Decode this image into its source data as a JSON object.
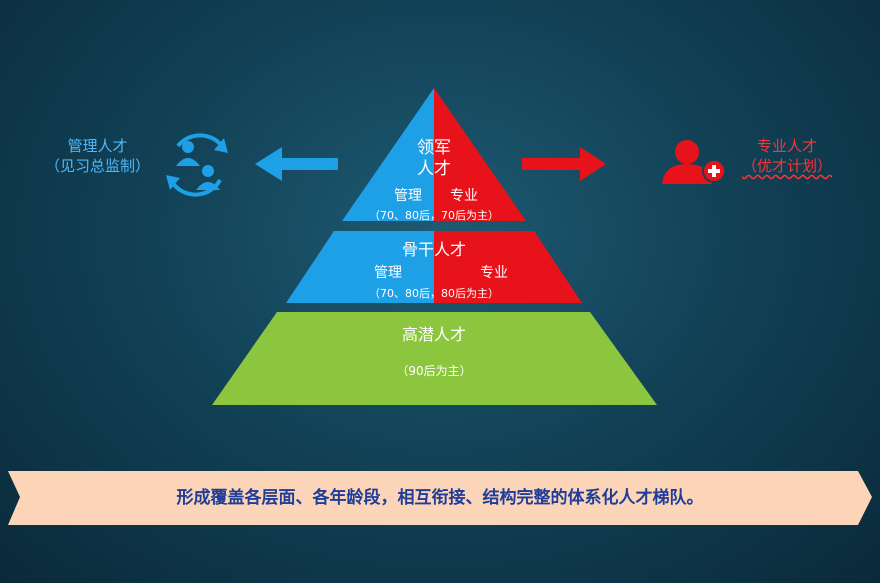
{
  "left_group": {
    "title": "管理人才",
    "subtitle": "（见习总监制）"
  },
  "right_group": {
    "title": "专业人才",
    "subtitle": "（优才计划）"
  },
  "pyramid": {
    "top": {
      "title_line1": "领军",
      "title_line2": "人才",
      "left": "管理",
      "right": "专业",
      "note": "（70、80后，70后为主）"
    },
    "middle": {
      "title": "骨干人才",
      "left": "管理",
      "right": "专业",
      "note": "（70、80后，80后为主）"
    },
    "bottom": {
      "title": "高潜人才",
      "note": "（90后为主）"
    }
  },
  "banner": {
    "text": "形成覆盖各层面、各年龄段，相互衔接、结构完整的体系化人才梯队。"
  },
  "colors": {
    "blue": "#1ea0e6",
    "red": "#e8131a",
    "green": "#8cc63e",
    "banner": "#fcd5b8"
  },
  "icons": {
    "left": "people-rotate-icon",
    "right": "add-person-icon"
  }
}
